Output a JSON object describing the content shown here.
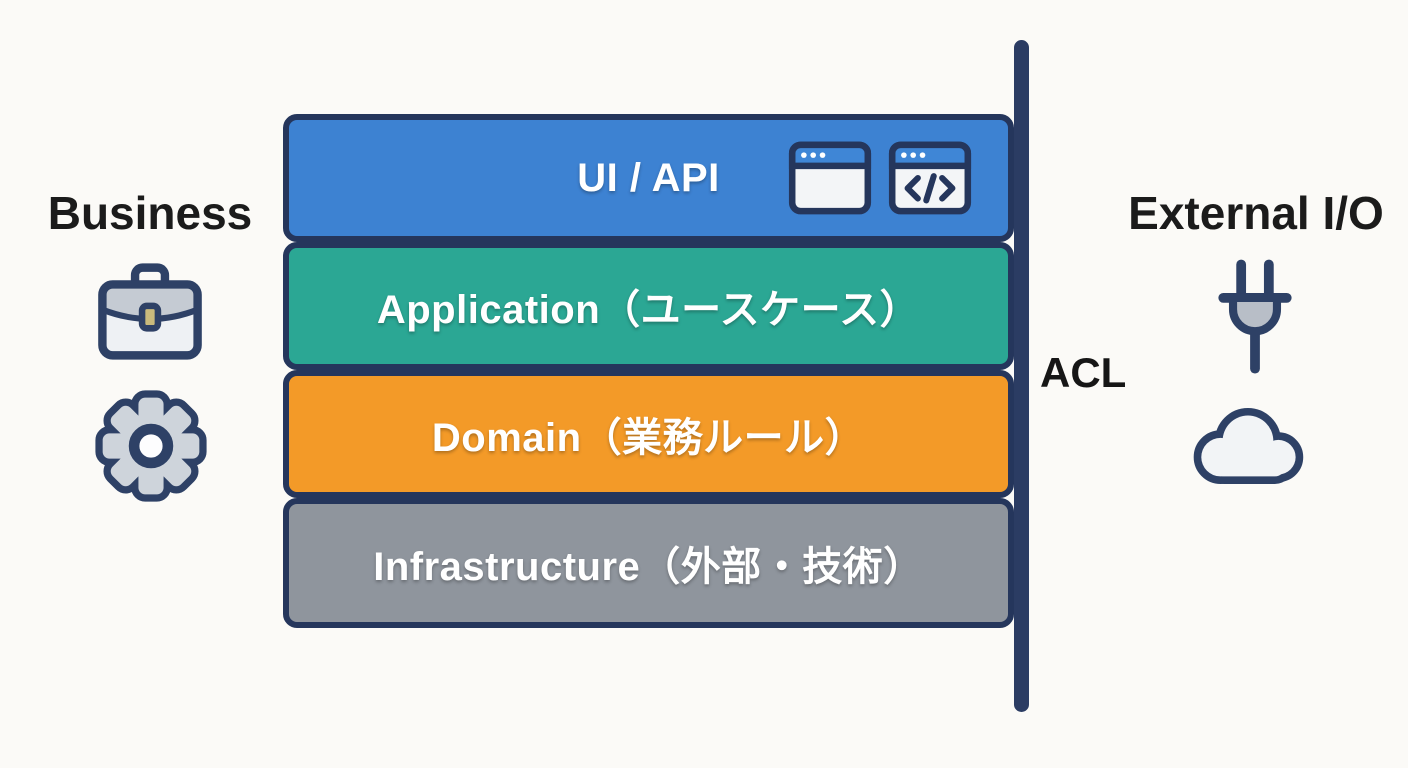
{
  "diagram": {
    "left_panel": {
      "title": "Business",
      "icons": [
        "briefcase-icon",
        "gear-icon"
      ]
    },
    "right_panel": {
      "title": "External I/O",
      "acl_label": "ACL",
      "icons": [
        "plug-icon",
        "cloud-icon"
      ]
    },
    "layers": [
      {
        "id": "ui-api",
        "label": "UI / API",
        "color": "#3d82d2",
        "icons": [
          "browser-window-icon",
          "code-window-icon"
        ]
      },
      {
        "id": "application",
        "label": "Application（ユースケース）",
        "color": "#2ba794",
        "icons": []
      },
      {
        "id": "domain",
        "label": "Domain（業務ルール）",
        "color": "#f39a28",
        "icons": []
      },
      {
        "id": "infrastructure",
        "label": "Infrastructure（外部・技術）",
        "color": "#8f959d",
        "icons": []
      }
    ],
    "colors": {
      "background": "#fbfaf7",
      "outline_navy": "#25365c",
      "acl_line": "#2b3c63",
      "icon_navy": "#2e4166",
      "layer_ui": "#3d82d2",
      "layer_application": "#2ba794",
      "layer_domain": "#f39a28",
      "layer_infrastructure": "#8f959d",
      "window_titlebar": "#3f86d6"
    }
  }
}
